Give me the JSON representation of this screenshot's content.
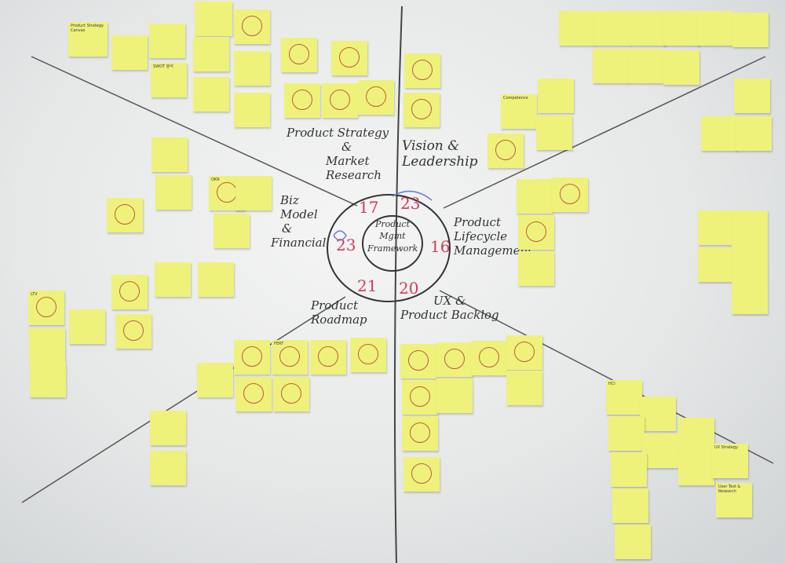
{
  "board": {
    "center": [
      "Product",
      "Mgmt",
      "Framework"
    ],
    "sections": [
      {
        "label": [
          "Product Strategy",
          "&",
          "Market",
          "Research"
        ],
        "count": "17"
      },
      {
        "label": [
          "Vision &",
          "Leadership"
        ],
        "count": "23"
      },
      {
        "label": [
          "Product",
          "Lifecycle",
          "Management"
        ],
        "count": "16"
      },
      {
        "label": [
          "UX &",
          "Product Backlog"
        ],
        "count": "20"
      },
      {
        "label": [
          "Product",
          "Roadmap"
        ],
        "count": "21"
      },
      {
        "label": [
          "Biz",
          "Model",
          "&",
          "Financial"
        ],
        "count": "23"
      }
    ]
  },
  "notes": {
    "product_strategy_canvas": "Product Strategy Canvas",
    "swot": "SWOT 분석",
    "okr": "OKR",
    "ltv": "LTV",
    "hci": "HCI",
    "fert": "FERT",
    "ux_strategy": "UX Strategy",
    "competence": "Competence",
    "user_test": "User Test & Research"
  },
  "colors": {
    "note": "#eef27a",
    "ink": "#333333",
    "count": "#d23a5a",
    "circle": "#b8323a"
  }
}
